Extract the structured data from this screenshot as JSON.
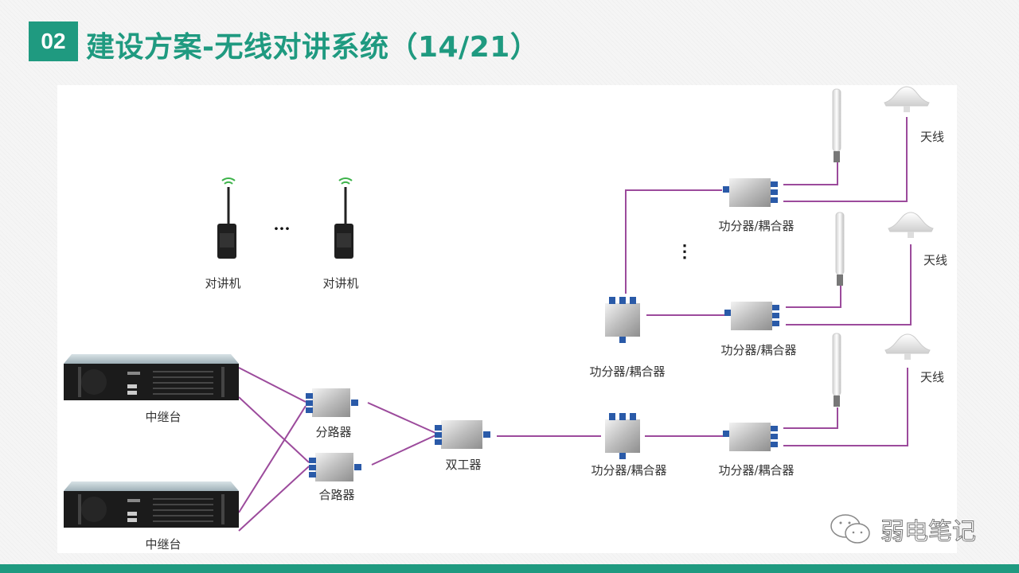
{
  "header": {
    "section_number": "02",
    "title": "建设方案-无线对讲系统（14/21）"
  },
  "diagram": {
    "link_color": "#9c4b9c",
    "accent_color": "#1f9a80",
    "labels": {
      "walkie_talkie_1": "对讲机",
      "walkie_talkie_2": "对讲机",
      "ellipsis_radios": "···",
      "repeater_1": "中继台",
      "repeater_2": "中继台",
      "splitter": "分路器",
      "combiner": "合路器",
      "duplexer": "双工器",
      "power_divider_main": "功分器/耦合器",
      "power_divider_mid": "功分器/耦合器",
      "power_divider_top": "功分器/耦合器",
      "power_divider_row2": "功分器/耦合器",
      "power_divider_row3": "功分器/耦合器",
      "antenna_1": "天线",
      "antenna_2": "天线",
      "antenna_3": "天线",
      "ellipsis_branches": "⋮"
    }
  },
  "watermark": {
    "text": "弱电笔记",
    "icon": "wechat-icon"
  }
}
